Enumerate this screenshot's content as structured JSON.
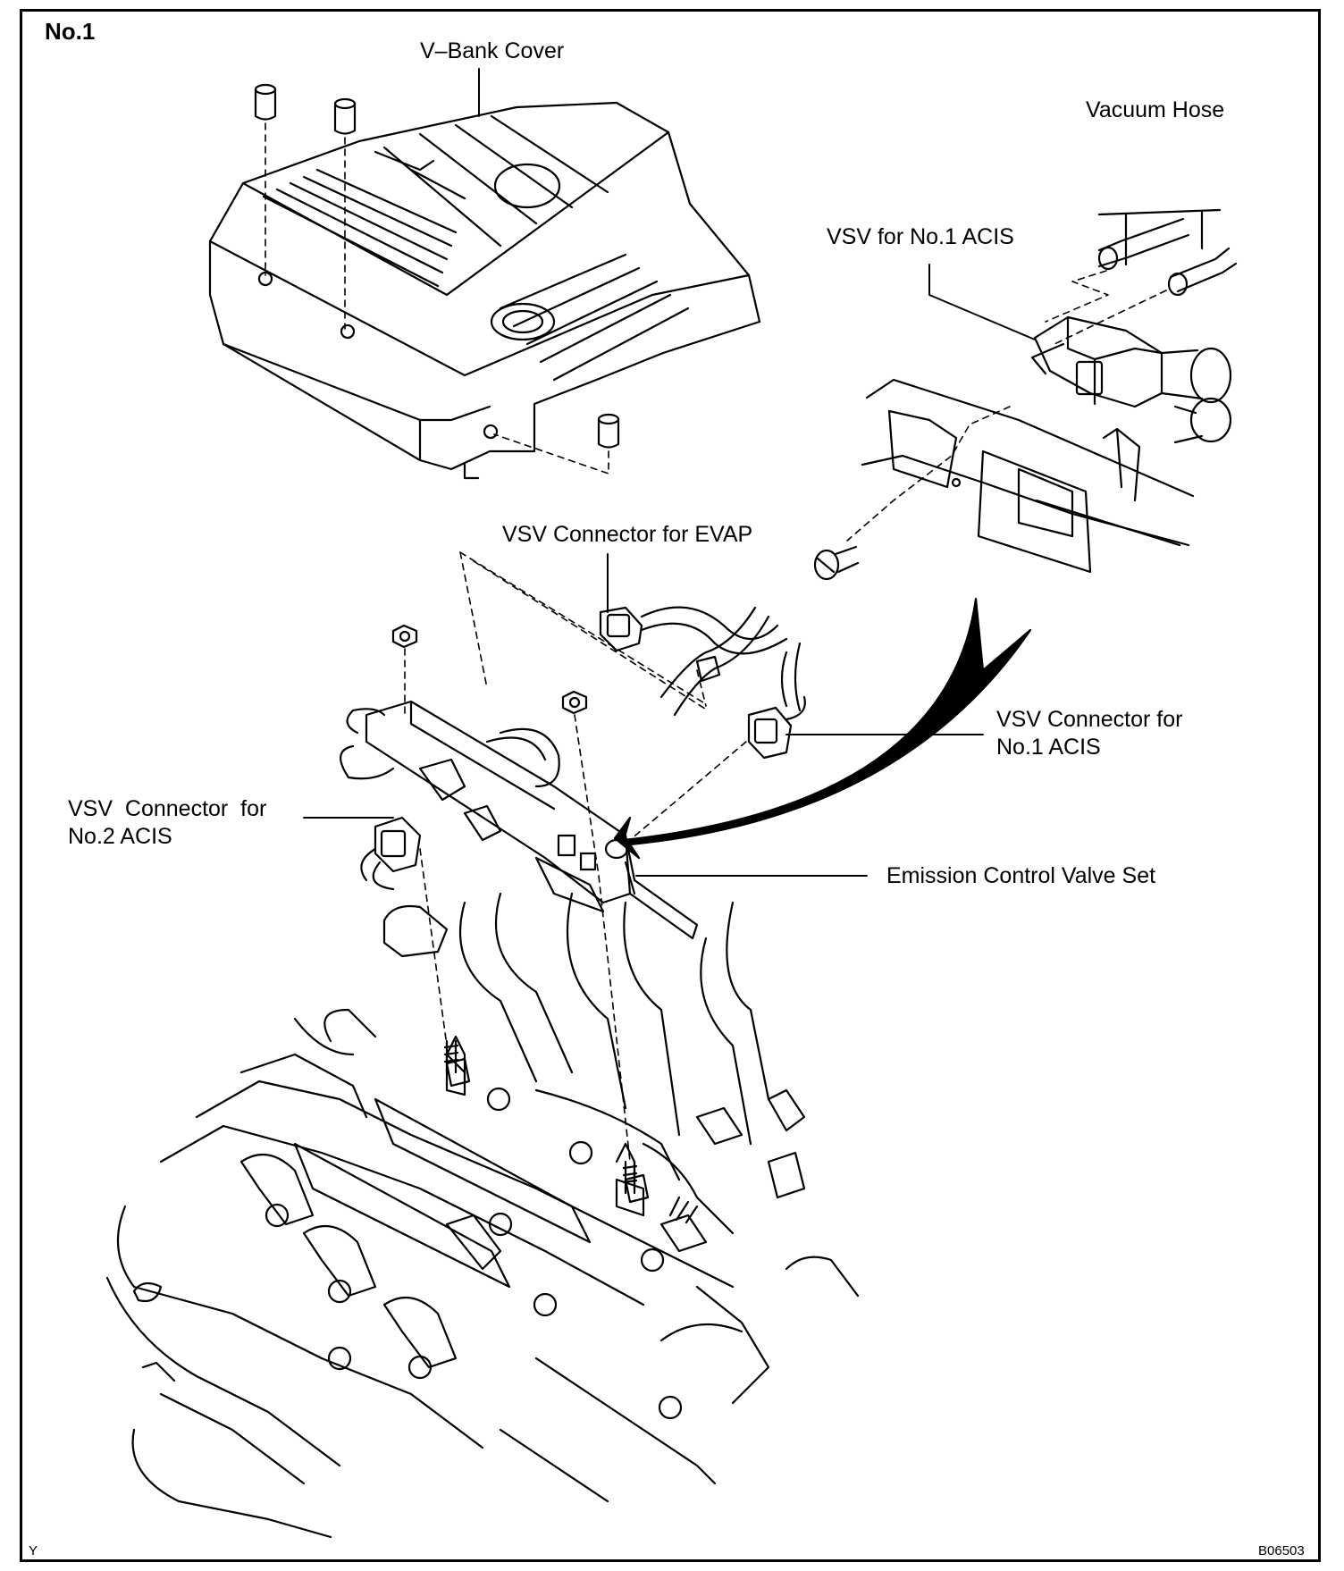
{
  "figure": {
    "number": "No.1",
    "code": "B06503",
    "corner_mark": "Y"
  },
  "labels": {
    "v_bank_cover": "V–Bank Cover",
    "vacuum_hose": "Vacuum Hose",
    "vsv_no1_acis": "VSV for No.1 ACIS",
    "vsv_connector_evap": "VSV Connector for EVAP",
    "vsv_connector_no1_acis": "VSV Connector for\nNo.1 ACIS",
    "vsv_connector_no2_acis": "VSV  Connector  for\nNo.2 ACIS",
    "emission_control_valve_set": "Emission Control Valve Set"
  },
  "colors": {
    "ink": "#000000",
    "paper": "#ffffff"
  }
}
